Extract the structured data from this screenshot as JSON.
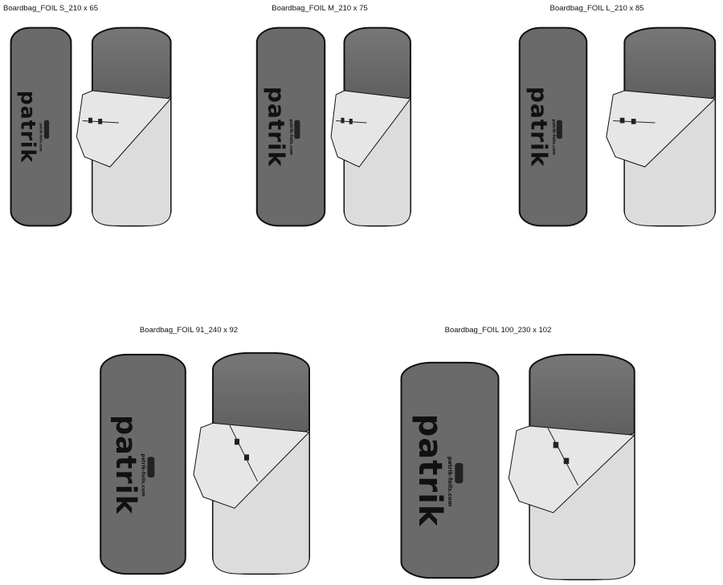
{
  "products": [
    {
      "label": "Boardbag_FOIL S_210 x 65"
    },
    {
      "label": "Boardbag_FOIL M_210 x 75"
    },
    {
      "label": "Boardbag_FOIL L_210 x 85"
    },
    {
      "label": "Boardbag_FOIL 91_240 x 92"
    },
    {
      "label": "Boardbag_FOIL 100_230 x 102"
    }
  ],
  "brand": {
    "logo_text": "patrik",
    "url_text": "patrik-foils.com"
  },
  "colors": {
    "bag_front": "#6a6a6a",
    "bag_back_top": "#4f4f4f",
    "lining": "#dcdcdc",
    "outline": "#111111"
  }
}
